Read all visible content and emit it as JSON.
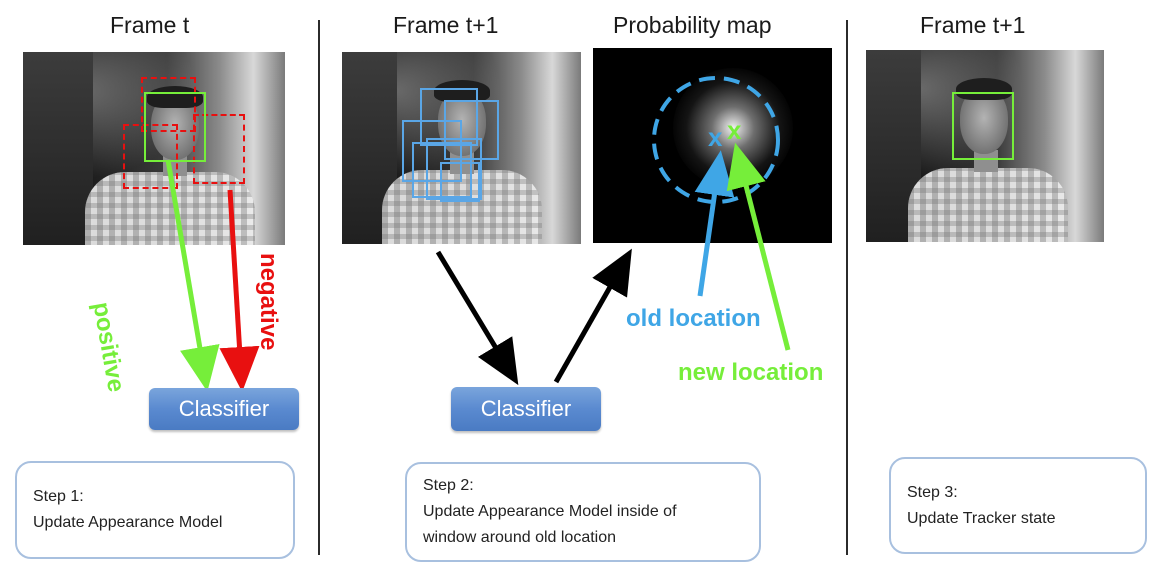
{
  "panel1": {
    "title": "Frame t",
    "positive_label": "positive",
    "negative_label": "negative",
    "classifier_label": "Classifier",
    "step": {
      "heading": "Step 1:",
      "text": "Update Appearance Model"
    }
  },
  "panel2": {
    "title_frame": "Frame t+1",
    "title_map": "Probability map",
    "classifier_label": "Classifier",
    "old_location_label": "old location",
    "new_location_label": "new location",
    "old_marker": "x",
    "new_marker": "x",
    "step": {
      "heading": "Step 2:",
      "text_line1": "Update Appearance Model inside of",
      "text_line2": "window around old location"
    }
  },
  "panel3": {
    "title": "Frame t+1",
    "step": {
      "heading": "Step 3:",
      "text": "Update Tracker state"
    }
  },
  "colors": {
    "positive": "#76ee3a",
    "negative": "#e81010",
    "old_location": "#3fa6e6",
    "new_location": "#76ee3a",
    "classifier": "#5a8ad0",
    "step_border": "#a8c0df"
  }
}
